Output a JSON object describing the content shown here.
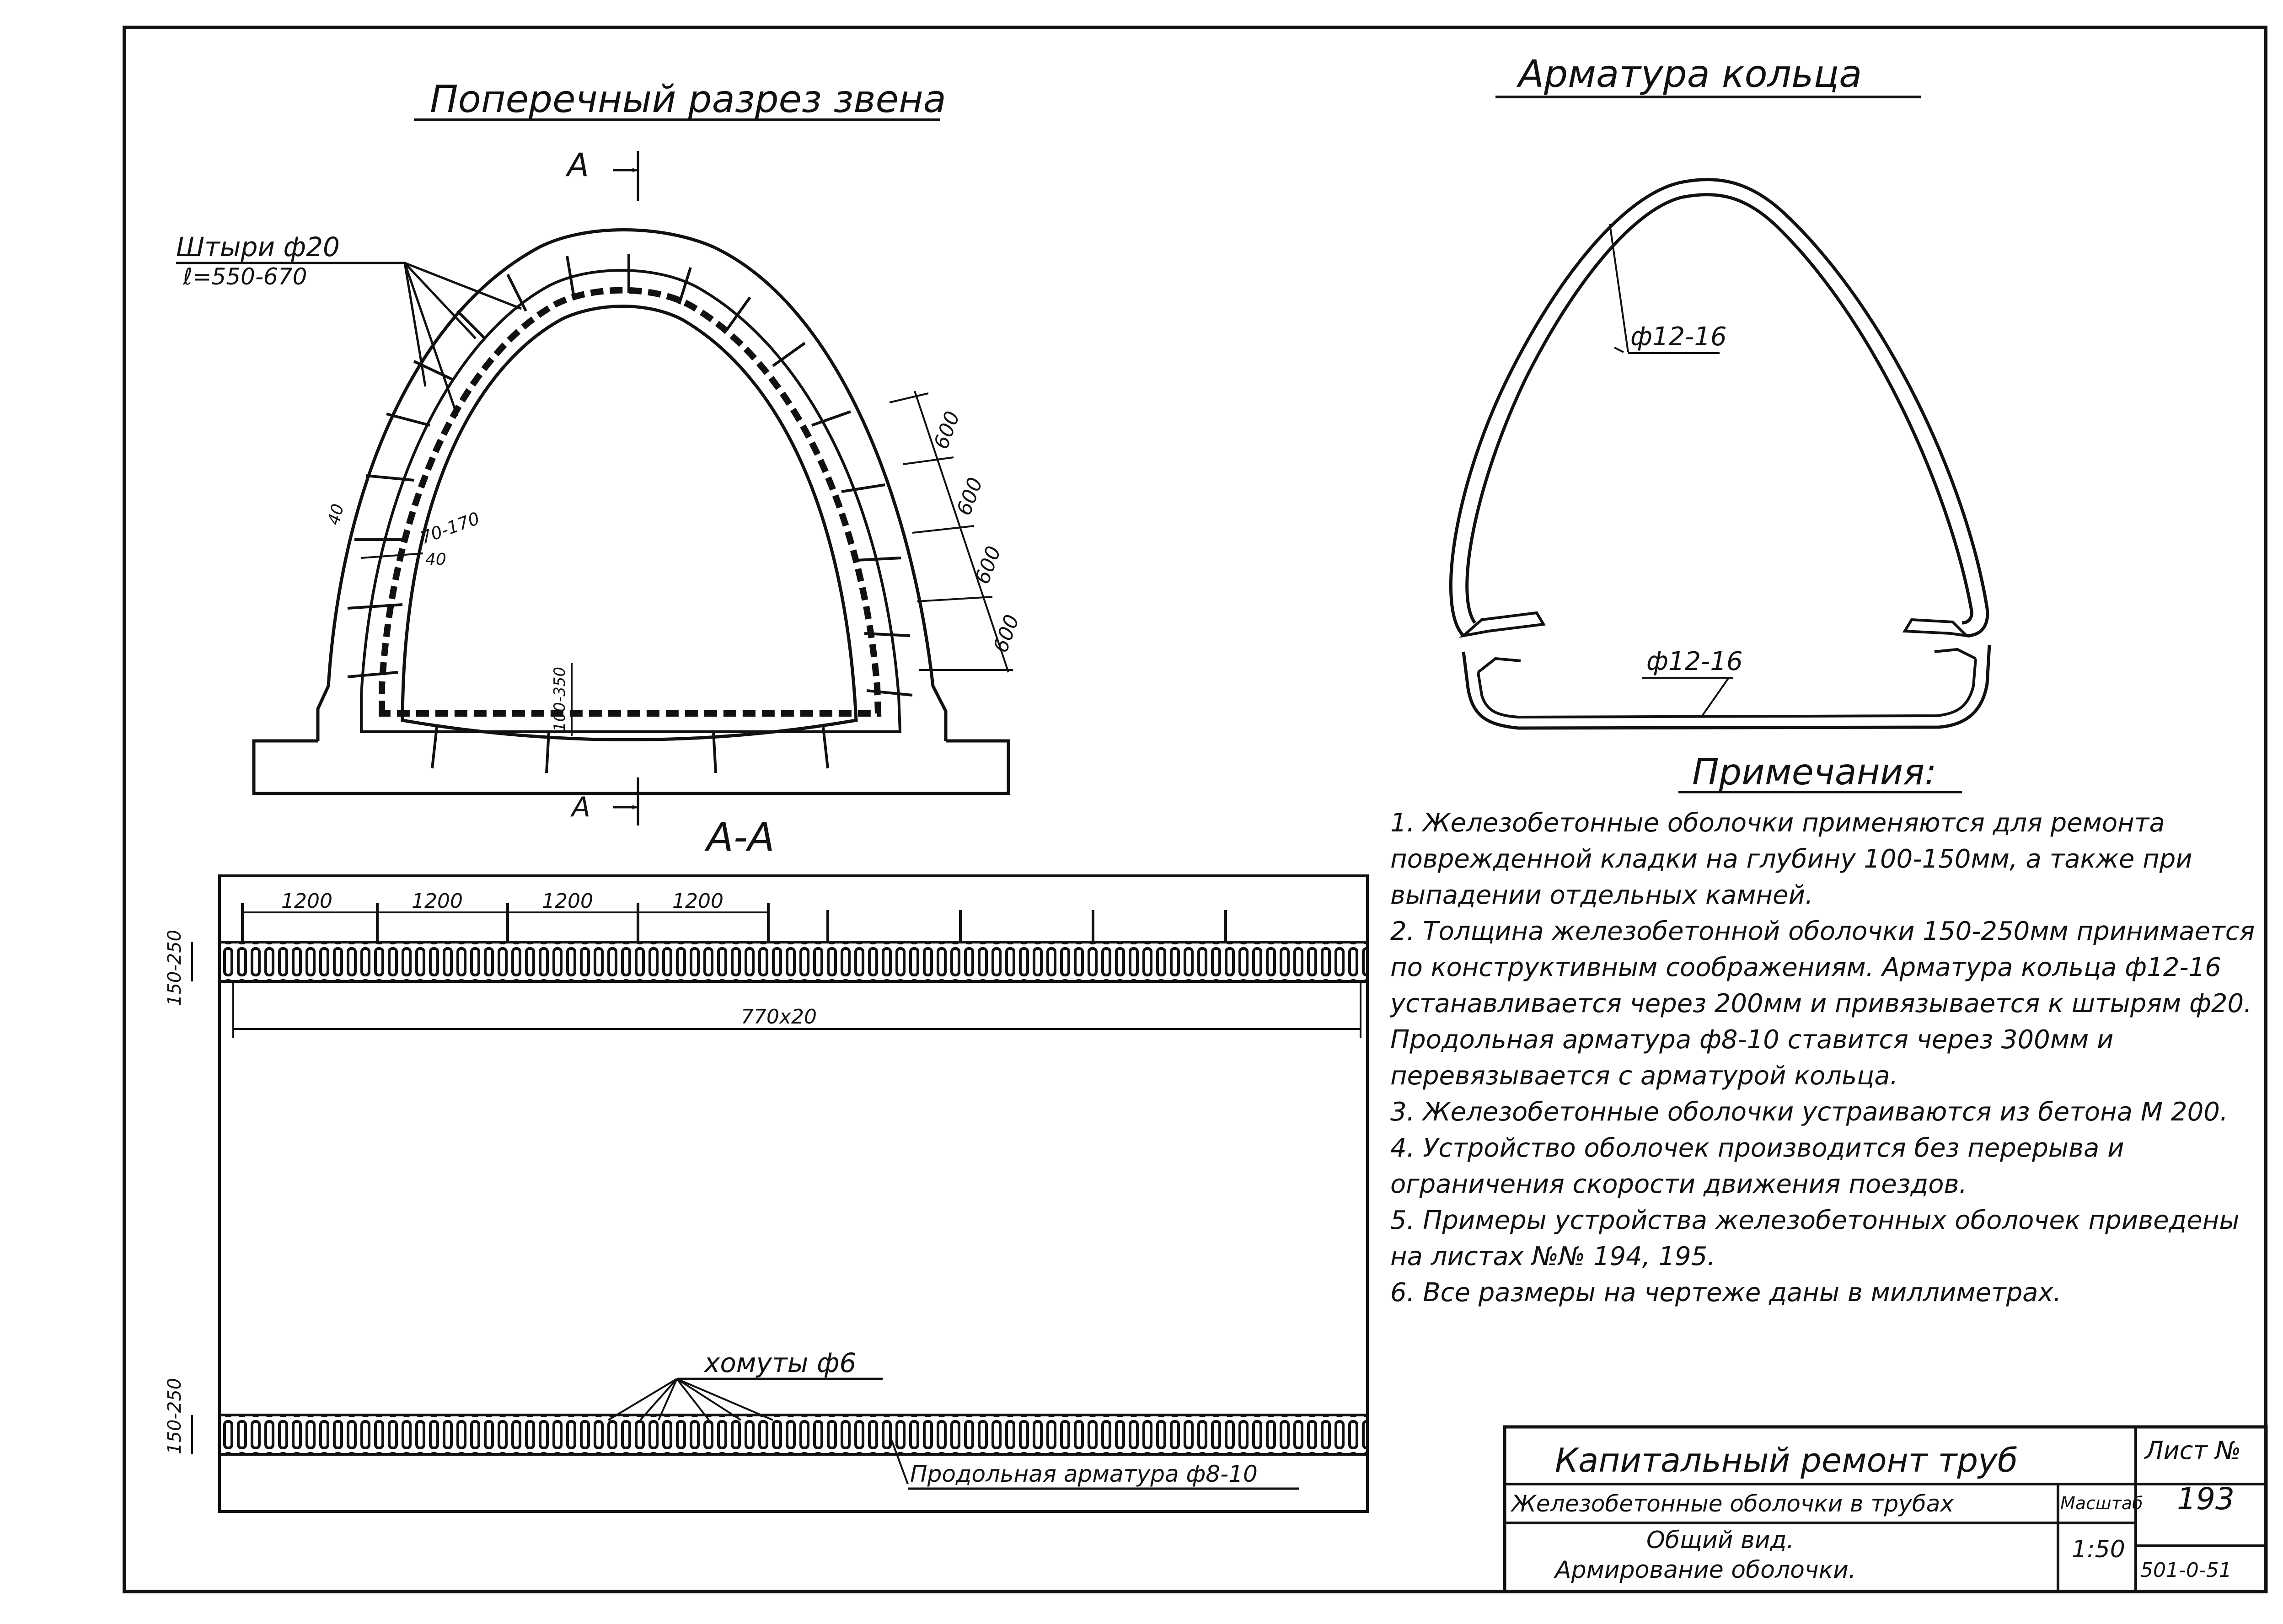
{
  "cross_section": {
    "title": "Поперечный разрез звена",
    "section_mark": "А",
    "pins_label": "Штыри ф20",
    "pins_length": "ℓ=550-670",
    "dim_40_a": "40",
    "dim_70_170": "70-170",
    "dim_40_b": "40",
    "dim_bottom": "100-350",
    "spacing_dims": [
      "600",
      "600",
      "600",
      "600"
    ]
  },
  "ring": {
    "title": "Арматура кольца",
    "bar_label_top": "ф12-16",
    "bar_label_bottom": "ф12-16"
  },
  "section_aa": {
    "title": "А-А",
    "spacing_dims": [
      "1200",
      "1200",
      "1200",
      "1200"
    ],
    "total_dim": "770x20",
    "thickness_top": "150-250",
    "thickness_bottom": "150-250",
    "clamps_label": "хомуты ф6",
    "long_bar_label": "Продольная арматура ф8-10"
  },
  "notes": {
    "title": "Примечания:",
    "items": [
      "1. Железобетонные оболочки применяются для ремонта поврежденной кладки на глубину 100-150мм, а также при выпадении отдельных камней.",
      "2. Толщина железобетонной оболочки 150-250мм принимается по конструктивным соображениям. Арматура кольца ф12-16 устанавливается через 200мм и привязывается к штырям ф20. Продольная арматура ф8-10 ставится через 300мм и перевязывается с арматурой кольца.",
      "3. Железобетонные оболочки устраиваются из бетона М 200.",
      "4. Устройство оболочек производится без перерыва и ограничения скорости движения поездов.",
      "5. Примеры устройства железобетонных оболочек приведены на листах №№ 194, 195.",
      "6. Все размеры на чертеже даны в миллиметрах."
    ]
  },
  "title_block": {
    "main_title": "Капитальный ремонт труб",
    "subtitle": "Железобетонные оболочки в трубах",
    "scale_label": "Масштаб",
    "scale_value": "1:50",
    "drawing_name_1": "Общий вид.",
    "drawing_name_2": "Армирование оболочки.",
    "sheet_label": "Лист №",
    "sheet_number": "193",
    "project_code": "501-0-51"
  }
}
